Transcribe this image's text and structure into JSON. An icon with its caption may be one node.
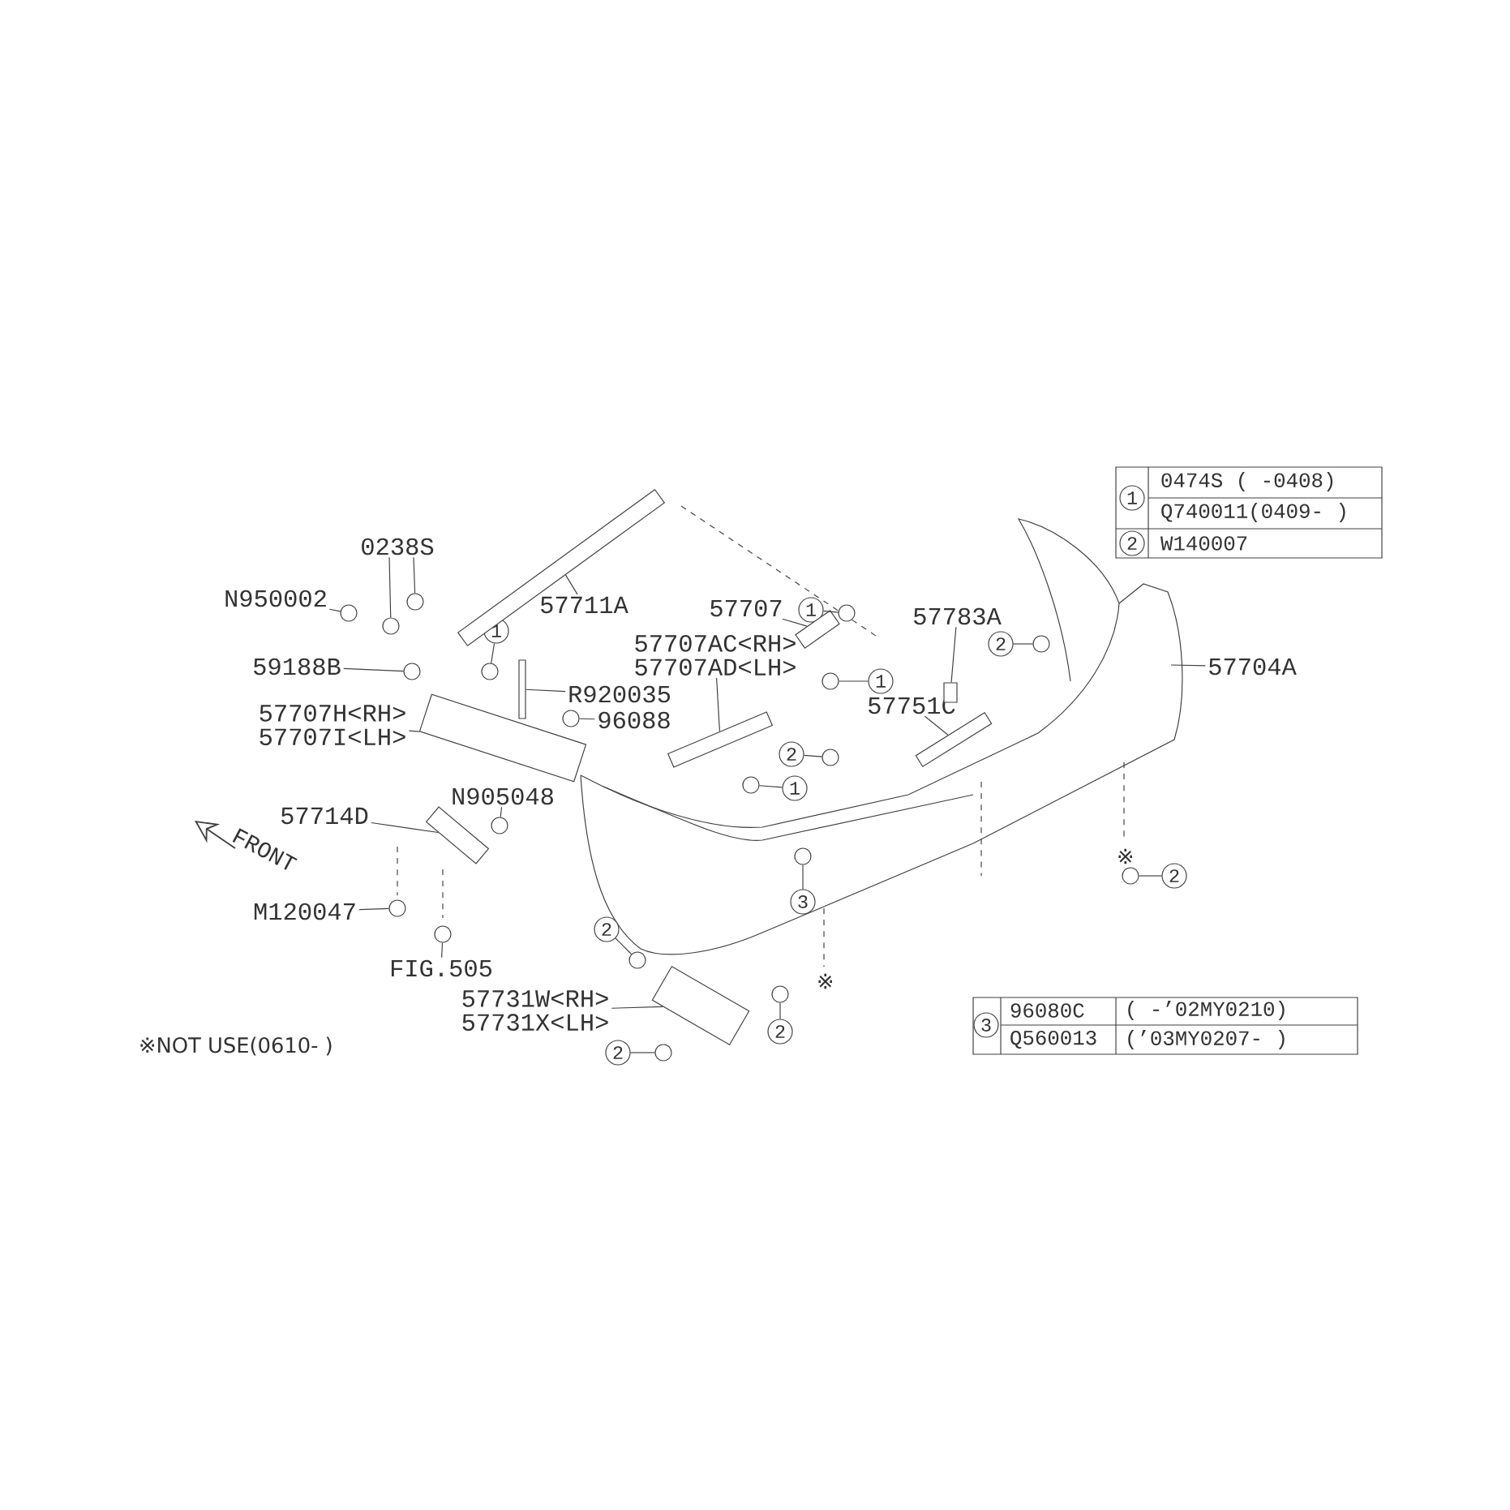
{
  "diagram": {
    "nodes": [
      {
        "text": [
          "0238S"
        ]
      },
      {
        "text": [
          "N950002"
        ]
      },
      {
        "text": [
          "57711A"
        ]
      },
      {
        "text": [
          "59188B"
        ]
      },
      {
        "text": [
          "1"
        ]
      },
      {
        "text": [
          "R920035"
        ]
      },
      {
        "text": [
          "57707H<RH>",
          "57707I<LH>"
        ]
      },
      {
        "text": [
          "96088"
        ]
      },
      {
        "text": [
          "57707"
        ]
      },
      {
        "text": [
          "1"
        ]
      },
      {
        "text": [
          "57707AC<RH>",
          "57707AD<LH>"
        ]
      },
      {
        "text": [
          "1"
        ]
      },
      {
        "text": [
          "57783A"
        ]
      },
      {
        "text": [
          "2"
        ]
      },
      {
        "text": [
          "57704A"
        ]
      },
      {
        "text": [
          "57751C"
        ]
      },
      {
        "text": [
          "2"
        ]
      },
      {
        "text": [
          "1"
        ]
      },
      {
        "text": [
          "57714D"
        ]
      },
      {
        "text": [
          "N905048"
        ]
      },
      {
        "text": [
          "3"
        ]
      },
      {
        "text": [
          "2"
        ]
      },
      {
        "text": [
          "M120047"
        ]
      },
      {
        "text": [
          "FIG.505"
        ]
      },
      {
        "text": [
          "2"
        ]
      },
      {
        "text": [
          "57731W<RH>",
          "57731X<LH>"
        ]
      },
      {
        "text": [
          "2"
        ]
      },
      {
        "text": [
          "2"
        ]
      },
      {
        "text": [],
        "shape": "circle"
      },
      {
        "text": [],
        "shape": "circle"
      },
      {
        "text": [],
        "shape": "circle"
      },
      {
        "text": [],
        "shape": "bar"
      },
      {
        "text": [],
        "shape": "circle"
      },
      {
        "text": [],
        "shape": "circle"
      },
      {
        "text": [],
        "shape": "bar"
      },
      {
        "text": [],
        "shape": "bar"
      },
      {
        "text": [],
        "shape": "circle"
      },
      {
        "text": [],
        "shape": "bar"
      },
      {
        "text": [],
        "shape": "circle"
      },
      {
        "text": [],
        "shape": "bar"
      },
      {
        "text": [],
        "shape": "circle"
      },
      {
        "text": [],
        "shape": "bar"
      },
      {
        "text": [],
        "shape": "circle"
      },
      {
        "text": [],
        "shape": "bar"
      },
      {
        "text": [],
        "shape": "circle"
      },
      {
        "text": [],
        "shape": "circle"
      },
      {
        "text": [],
        "shape": "bar"
      },
      {
        "text": [],
        "shape": "circle"
      },
      {
        "text": [],
        "shape": "circle"
      },
      {
        "text": [],
        "shape": "circle"
      },
      {
        "text": [],
        "shape": "circle"
      },
      {
        "text": [],
        "shape": "circle"
      },
      {
        "text": [],
        "shape": "circle"
      },
      {
        "text": [],
        "shape": "bar"
      },
      {
        "text": [],
        "shape": "circle"
      },
      {
        "text": [],
        "shape": "circle"
      }
    ],
    "edges": [
      {
        "from": 0,
        "to": 28,
        "arrow": "none"
      },
      {
        "from": 0,
        "to": 29,
        "arrow": "none"
      },
      {
        "from": 1,
        "to": 30,
        "arrow": "none"
      },
      {
        "from": 2,
        "to": 31,
        "arrow": "none"
      },
      {
        "from": 3,
        "to": 32,
        "arrow": "none"
      },
      {
        "from": 4,
        "to": 33,
        "arrow": "none"
      },
      {
        "from": 5,
        "to": 34,
        "arrow": "none"
      },
      {
        "from": 6,
        "to": 35,
        "arrow": "none"
      },
      {
        "from": 7,
        "to": 36,
        "arrow": "none"
      },
      {
        "from": 8,
        "to": 37,
        "arrow": "none"
      },
      {
        "from": 9,
        "to": 38,
        "arrow": "none"
      },
      {
        "from": 10,
        "to": 39,
        "arrow": "none"
      },
      {
        "from": 11,
        "to": 40,
        "arrow": "none"
      },
      {
        "from": 12,
        "to": 41,
        "arrow": "none"
      },
      {
        "from": 13,
        "to": 42,
        "arrow": "none"
      },
      {
        "from": 14,
        "to": null,
        "arrow": "none"
      },
      {
        "from": 15,
        "to": 43,
        "arrow": "none"
      },
      {
        "from": 16,
        "to": 44,
        "arrow": "none"
      },
      {
        "from": 17,
        "to": 45,
        "arrow": "none"
      },
      {
        "from": 18,
        "to": 46,
        "arrow": "none"
      },
      {
        "from": 19,
        "to": 47,
        "arrow": "none"
      },
      {
        "from": 20,
        "to": 48,
        "arrow": "none"
      },
      {
        "from": 21,
        "to": 49,
        "arrow": "none"
      },
      {
        "from": 22,
        "to": 50,
        "arrow": "none"
      },
      {
        "from": 23,
        "to": 51,
        "arrow": "none"
      },
      {
        "from": 24,
        "to": 52,
        "arrow": "none"
      },
      {
        "from": 25,
        "to": 53,
        "arrow": "none"
      },
      {
        "from": 26,
        "to": 54,
        "arrow": "none"
      },
      {
        "from": 27,
        "to": 55,
        "arrow": "none"
      }
    ],
    "labels": [
      "1",
      "0474S ( -0408)",
      "Q740011(0409- )",
      "2",
      "W140007",
      "FRONT",
      "※",
      "※",
      "3",
      "96080C",
      "( -’02MY0210)",
      "Q560013",
      "(’03MY0207- )",
      "※NOT USE(0610- )"
    ]
  }
}
